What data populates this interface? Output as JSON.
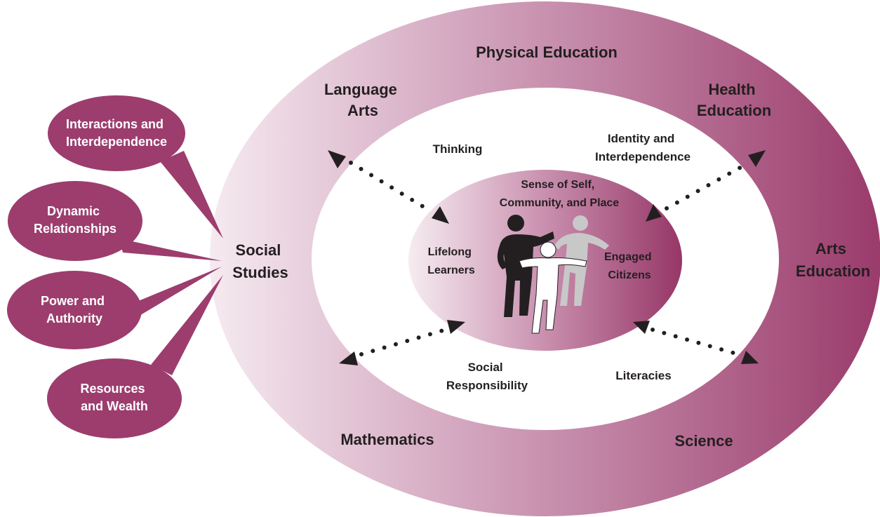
{
  "outer_ring": {
    "physical_education": "Physical Education",
    "language_arts": [
      "Language",
      "Arts"
    ],
    "health_education": [
      "Health",
      "Education"
    ],
    "social_studies": [
      "Social",
      "Studies"
    ],
    "arts_education": [
      "Arts",
      "Education"
    ],
    "mathematics": "Mathematics",
    "science": "Science"
  },
  "middle_ring": {
    "thinking": "Thinking",
    "identity": [
      "Identity and",
      "Interdependence"
    ],
    "social_responsibility": [
      "Social",
      "Responsibility"
    ],
    "literacies": "Literacies"
  },
  "core": {
    "sense_of_self": [
      "Sense of Self,",
      "Community, and Place"
    ],
    "lifelong_learners": [
      "Lifelong",
      "Learners"
    ],
    "engaged_citizens": [
      "Engaged",
      "Citizens"
    ]
  },
  "bubbles": [
    {
      "lines": [
        "Interactions and",
        "Interdependence"
      ]
    },
    {
      "lines": [
        "Dynamic",
        "Relationships"
      ]
    },
    {
      "lines": [
        "Power and",
        "Authority"
      ]
    },
    {
      "lines": [
        "Resources",
        "and Wealth"
      ]
    }
  ],
  "colors": {
    "accent": "#9c3d6e",
    "ring_light": "#f3e6ee",
    "ring_dark": "#9a3b6b",
    "text": "#231f20",
    "figure_dark": "#231f20",
    "figure_gray": "#c8c8c8"
  },
  "icons": {
    "people": "three-people-holding-hands-icon"
  }
}
